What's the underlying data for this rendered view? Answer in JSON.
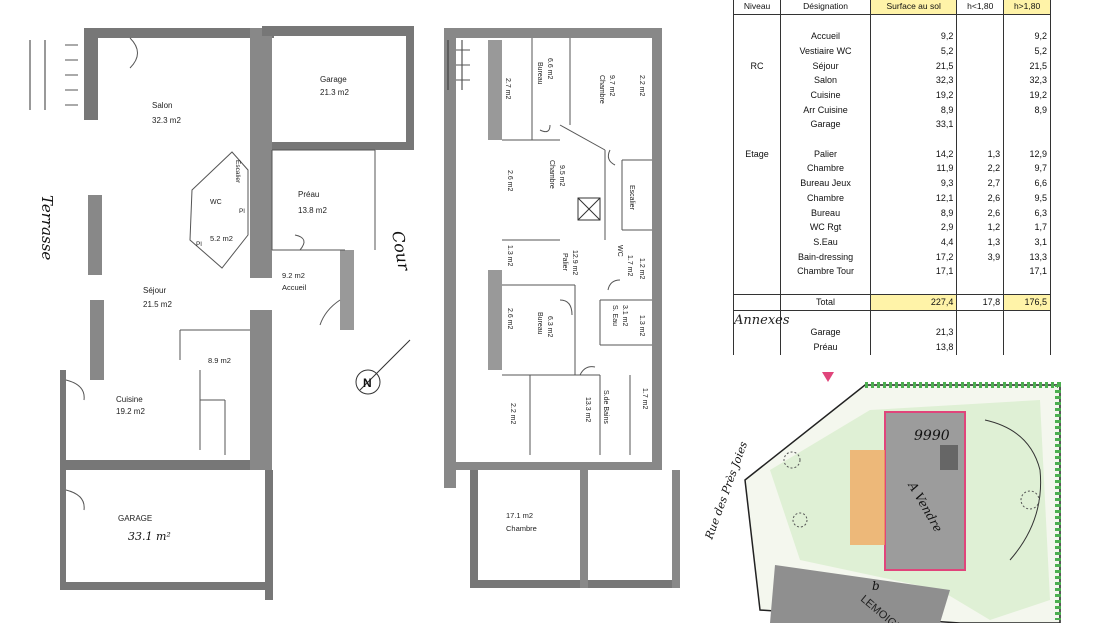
{
  "ground_floor": {
    "rooms": [
      {
        "id": "salon",
        "name": "Salon",
        "area": "32.3 m2"
      },
      {
        "id": "garage_top",
        "name": "Garage",
        "area": "21.3 m2"
      },
      {
        "id": "preau",
        "name": "Préau",
        "area": "13.8 m2"
      },
      {
        "id": "wc",
        "name": "WC",
        "area": "5.2 m2"
      },
      {
        "id": "accueil",
        "name": "Accueil",
        "area": "9.2 m2"
      },
      {
        "id": "sejour",
        "name": "Séjour",
        "area": "21.5 m2"
      },
      {
        "id": "arr",
        "name": "",
        "area": "8.9 m2"
      },
      {
        "id": "cuisine",
        "name": "Cuisine",
        "area": "19.2 m2"
      },
      {
        "id": "garage_bottom",
        "name": "GARAGE",
        "area": "33.1 m²"
      }
    ],
    "labels": {
      "escalier": "Escalier",
      "pl1": "Pl",
      "pl2": "Pl"
    },
    "terrasse": "Terrasse",
    "cour": "Cour"
  },
  "upper_floor": {
    "rooms": [
      {
        "id": "u_a",
        "name": "",
        "area": "2.7 m2"
      },
      {
        "id": "u_bureau1",
        "name": "Bureau",
        "area": "6.6 m2"
      },
      {
        "id": "u_chambre1",
        "name": "Chambre",
        "area": "9.7 m2"
      },
      {
        "id": "u_b",
        "name": "",
        "area": "2.2 m2"
      },
      {
        "id": "u_chambre2",
        "name": "Chambre",
        "area": "9.5 m2"
      },
      {
        "id": "u_c",
        "name": "",
        "area": "2.6 m2"
      },
      {
        "id": "u_escalier",
        "name": "Escalier",
        "area": ""
      },
      {
        "id": "u_palier",
        "name": "Palier",
        "area": "12.9 m2"
      },
      {
        "id": "u_wc",
        "name": "WC",
        "area": "1.7 m2"
      },
      {
        "id": "u_d",
        "name": "",
        "area": "1.3 m2"
      },
      {
        "id": "u_e",
        "name": "",
        "area": "1.2 m2"
      },
      {
        "id": "u_bureau2",
        "name": "Bureau",
        "area": "6.3 m2"
      },
      {
        "id": "u_f",
        "name": "",
        "area": "2.6 m2"
      },
      {
        "id": "u_seau",
        "name": "S. Eau",
        "area": "3.1 m2"
      },
      {
        "id": "u_g",
        "name": "",
        "area": "1.3 m2"
      },
      {
        "id": "u_h",
        "name": "",
        "area": "2.2 m2"
      },
      {
        "id": "u_sdb",
        "name": "S.de Bains",
        "area": "13.3 m2"
      },
      {
        "id": "u_i",
        "name": "",
        "area": "1.7 m2"
      },
      {
        "id": "u_chambre3",
        "name": "Chambre",
        "area": "17.1 m2"
      }
    ]
  },
  "table": {
    "headers": [
      "Niveau",
      "Désignation",
      "Surface au sol",
      "h<1,80",
      "h>1,80"
    ],
    "rows": [
      [
        "",
        "",
        "",
        "",
        ""
      ],
      [
        "",
        "Accueil",
        "9,2",
        "",
        "9,2"
      ],
      [
        "",
        "Vestiaire WC",
        "5,2",
        "",
        "5,2"
      ],
      [
        "RC",
        "Séjour",
        "21,5",
        "",
        "21,5"
      ],
      [
        "",
        "Salon",
        "32,3",
        "",
        "32,3"
      ],
      [
        "",
        "Cuisine",
        "19,2",
        "",
        "19,2"
      ],
      [
        "",
        "Arr Cuisine",
        "8,9",
        "",
        "8,9"
      ],
      [
        "",
        "Garage",
        "33,1",
        "",
        ""
      ],
      [
        "",
        "",
        "",
        "",
        ""
      ],
      [
        "Etage",
        "Palier",
        "14,2",
        "1,3",
        "12,9"
      ],
      [
        "",
        "Chambre",
        "11,9",
        "2,2",
        "9,7"
      ],
      [
        "",
        "Bureau Jeux",
        "9,3",
        "2,7",
        "6,6"
      ],
      [
        "",
        "Chambre",
        "12,1",
        "2,6",
        "9,5"
      ],
      [
        "",
        "Bureau",
        "8,9",
        "2,6",
        "6,3"
      ],
      [
        "",
        "WC Rgt",
        "2,9",
        "1,2",
        "1,7"
      ],
      [
        "",
        "S.Eau",
        "4,4",
        "1,3",
        "3,1"
      ],
      [
        "",
        "Bain-dressing",
        "17,2",
        "3,9",
        "13,3"
      ],
      [
        "",
        "Chambre Tour",
        "17,1",
        "",
        "17,1"
      ],
      [
        "",
        "",
        "",
        "",
        ""
      ],
      [
        "",
        "Total",
        "227,4",
        "17,8",
        "176,5"
      ],
      [
        "",
        "",
        "",
        "",
        ""
      ],
      [
        "",
        "Garage",
        "21,3",
        "",
        ""
      ],
      [
        "",
        "Préau",
        "13,8",
        "",
        ""
      ]
    ],
    "annexes_label": "Annexes"
  },
  "site_plan": {
    "street": "Rue des Près Joies",
    "plot": "9990",
    "mark_a": "A Vendre",
    "mark_b": "b",
    "neighbour": "LEMOIGN"
  },
  "colors": {
    "wall": "#6e6e6e",
    "highlight": "#fff3a8",
    "pink": "#e0457b",
    "green": "#4caf50",
    "orange": "#f2a65a",
    "grey_building": "#8f8f8f"
  }
}
